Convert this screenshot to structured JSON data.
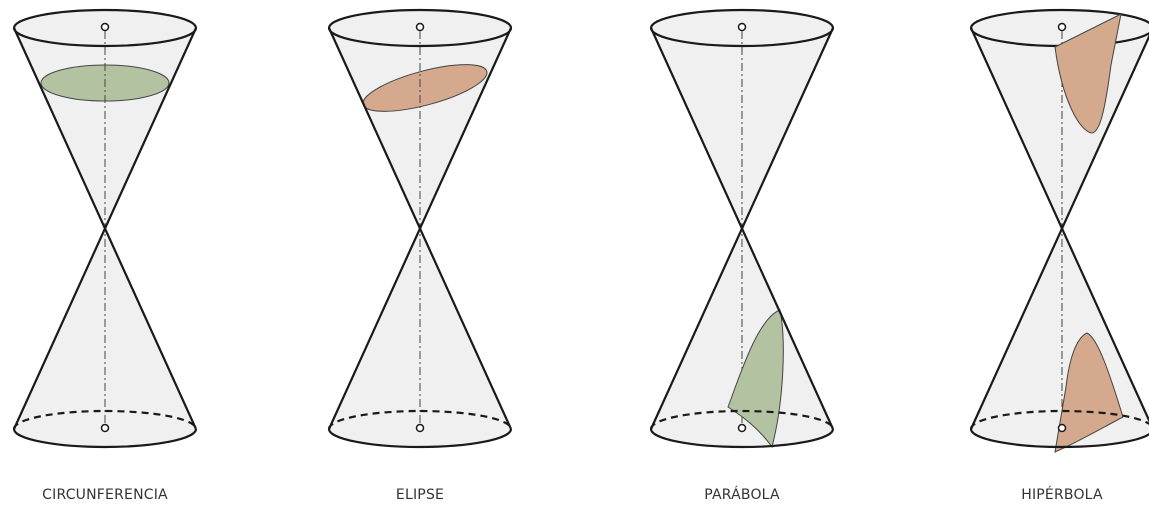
{
  "figure": {
    "cones": [
      {
        "id": "circunferencia",
        "label": "CIRCUNFERENCIA",
        "section_color": "#b3c3a2",
        "section_shape": "circle"
      },
      {
        "id": "elipse",
        "label": "ELIPSE",
        "section_color": "#d4a98e",
        "section_shape": "ellipse"
      },
      {
        "id": "parabola",
        "label": "PARÁBOLA",
        "section_color": "#b3c3a2",
        "section_shape": "parabola"
      },
      {
        "id": "hiperbola",
        "label": "HIPÉRBOLA",
        "section_color": "#d4a98e",
        "section_shape": "hyperbola"
      }
    ],
    "colors": {
      "cone_fill": "#f0f0f0",
      "outline": "#1a1a1a",
      "green_section": "#b3c3a2",
      "brown_section": "#d4a98e"
    }
  }
}
